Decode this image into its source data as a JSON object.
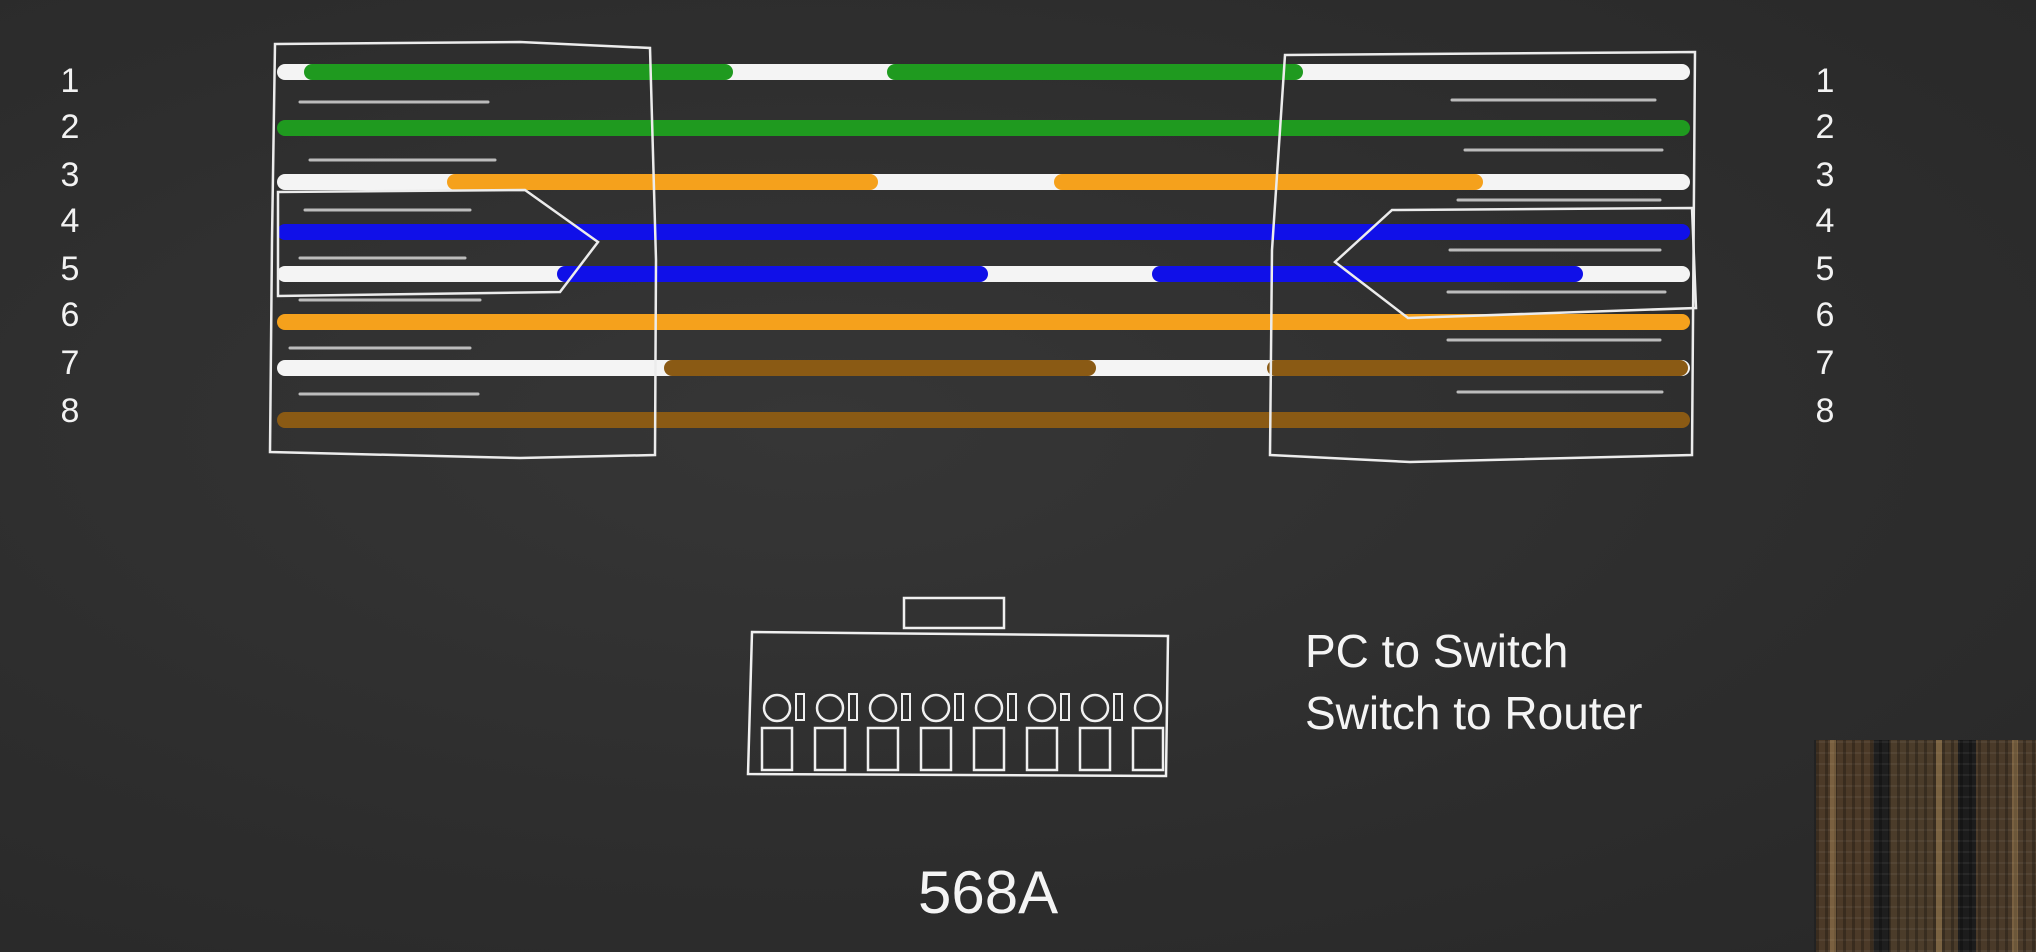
{
  "diagram": {
    "left_pins": [
      "1",
      "2",
      "3",
      "4",
      "5",
      "6",
      "7",
      "8"
    ],
    "right_pins": [
      "1",
      "2",
      "3",
      "4",
      "5",
      "6",
      "7",
      "8"
    ],
    "wires": [
      {
        "pin": 1,
        "name": "white/green",
        "stripe": "white",
        "color": "#1f9a1f"
      },
      {
        "pin": 2,
        "name": "green",
        "stripe": null,
        "color": "#1f9a1f"
      },
      {
        "pin": 3,
        "name": "white/orange",
        "stripe": "white",
        "color": "#f5a11c"
      },
      {
        "pin": 4,
        "name": "blue",
        "stripe": null,
        "color": "#1010e8"
      },
      {
        "pin": 5,
        "name": "white/blue",
        "stripe": "white",
        "color": "#1010e8"
      },
      {
        "pin": 6,
        "name": "orange",
        "stripe": null,
        "color": "#f5a11c"
      },
      {
        "pin": 7,
        "name": "white/brown",
        "stripe": "white",
        "color": "#8a5a14"
      },
      {
        "pin": 8,
        "name": "brown",
        "stripe": null,
        "color": "#8a5a14"
      }
    ],
    "uses": [
      "PC to Switch",
      "Switch to Router"
    ],
    "standard": "568A"
  },
  "colors": {
    "background": "#2e2e2e",
    "chalk": "#f2f2f2"
  }
}
